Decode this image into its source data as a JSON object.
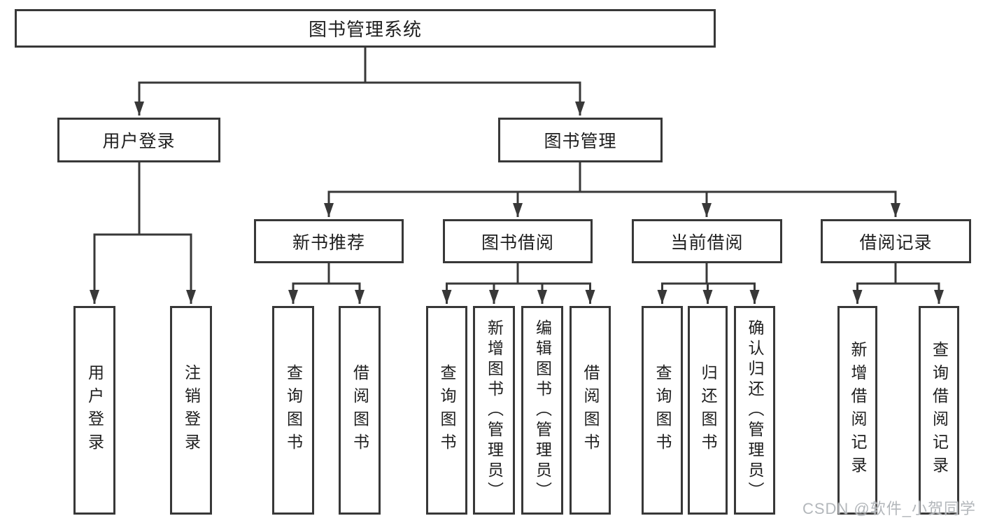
{
  "colors": {
    "line": "#383838",
    "node_text": "#1e1e1e",
    "node_background": "#ffffff",
    "watermark_text": "#b3b7bb"
  },
  "tree": {
    "root": "图书管理系统",
    "branches": [
      {
        "label": "用户登录",
        "children": [
          "用户登录",
          "注销登录"
        ]
      },
      {
        "label": "图书管理",
        "children": [
          {
            "label": "新书推荐",
            "children": [
              "查询图书",
              "借阅图书"
            ]
          },
          {
            "label": "图书借阅",
            "children": [
              "查询图书",
              "新增图书（管理员）",
              "编辑图书（管理员）",
              "借阅图书"
            ]
          },
          {
            "label": "当前借阅",
            "children": [
              "查询图书",
              "归还图书",
              "确认归还（管理员）"
            ]
          },
          {
            "label": "借阅记录",
            "children": [
              "新增借阅记录",
              "查询借阅记录"
            ]
          }
        ]
      }
    ]
  },
  "watermark": "CSDN @软件_小贺同学"
}
